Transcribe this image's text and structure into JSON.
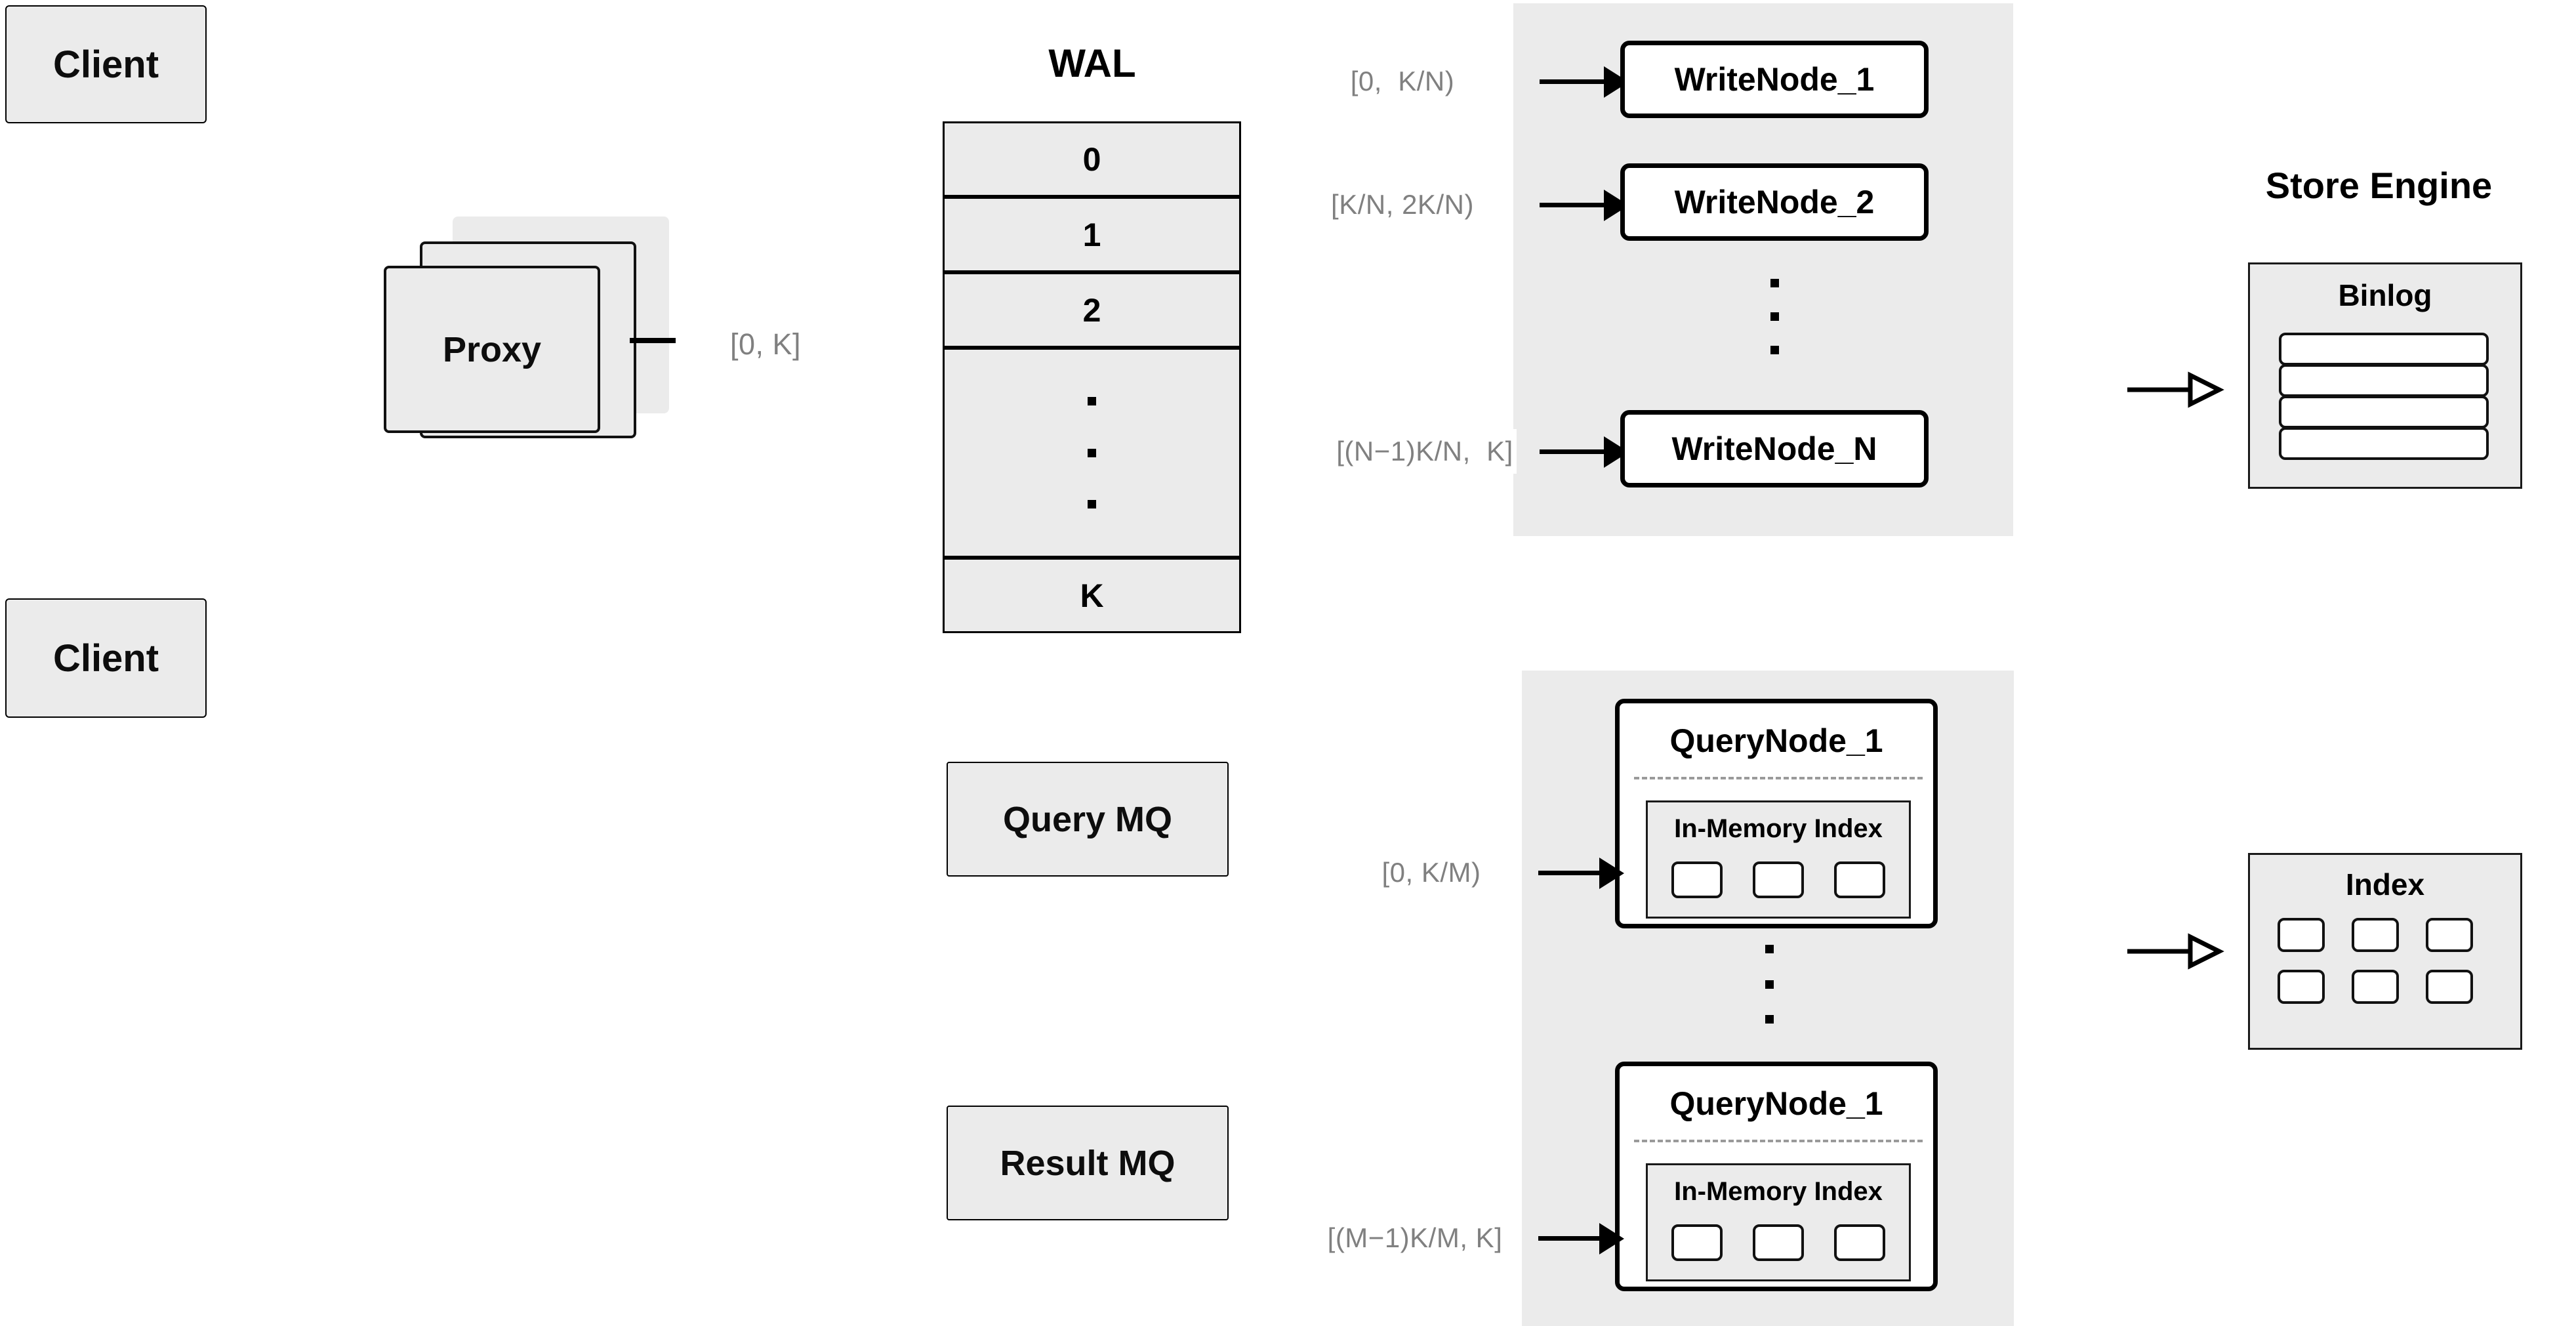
{
  "diagram": {
    "title": "Distributed write/query architecture",
    "background_color": "#ffffff",
    "node_fill": "#ebebeb",
    "node_border": "#000000",
    "label_text_color": "#808080"
  },
  "clients": [
    {
      "label": "Client"
    },
    {
      "label": "Client"
    }
  ],
  "proxy": {
    "label": "Proxy",
    "stack_count": 3
  },
  "wal": {
    "title": "WAL",
    "rows": [
      "0",
      "1",
      "2",
      "",
      "K"
    ],
    "ellipsis_dots": 3
  },
  "queues": [
    {
      "label": "Query MQ"
    },
    {
      "label": "Result MQ"
    }
  ],
  "range_labels": {
    "proxy_out": "[0, K]",
    "write_node_1": "[0,  K/N)",
    "write_node_2": "[K/N, 2K/N)",
    "write_node_n": "[(N−1)K/N,  K]",
    "query_node_1": "[0, K/M)",
    "query_node_m": "[(M−1)K/M, K]"
  },
  "write_group": {
    "nodes": [
      {
        "label": "WriteNode_1"
      },
      {
        "label": "WriteNode_2"
      },
      {
        "label": "WriteNode_N"
      }
    ],
    "ellipsis_dots": 3
  },
  "query_group": {
    "nodes": [
      {
        "label": "QueryNode_1",
        "index_label": "In-Memory Index",
        "index_cells": 3
      },
      {
        "label": "QueryNode_1",
        "index_label": "In-Memory Index",
        "index_cells": 3
      }
    ],
    "ellipsis_dots": 3
  },
  "store_engine": {
    "title": "Store Engine",
    "binlog": {
      "title": "Binlog",
      "rows": 4
    },
    "index": {
      "title": "Index",
      "cells": 6,
      "columns": 3,
      "rows": 2
    }
  }
}
